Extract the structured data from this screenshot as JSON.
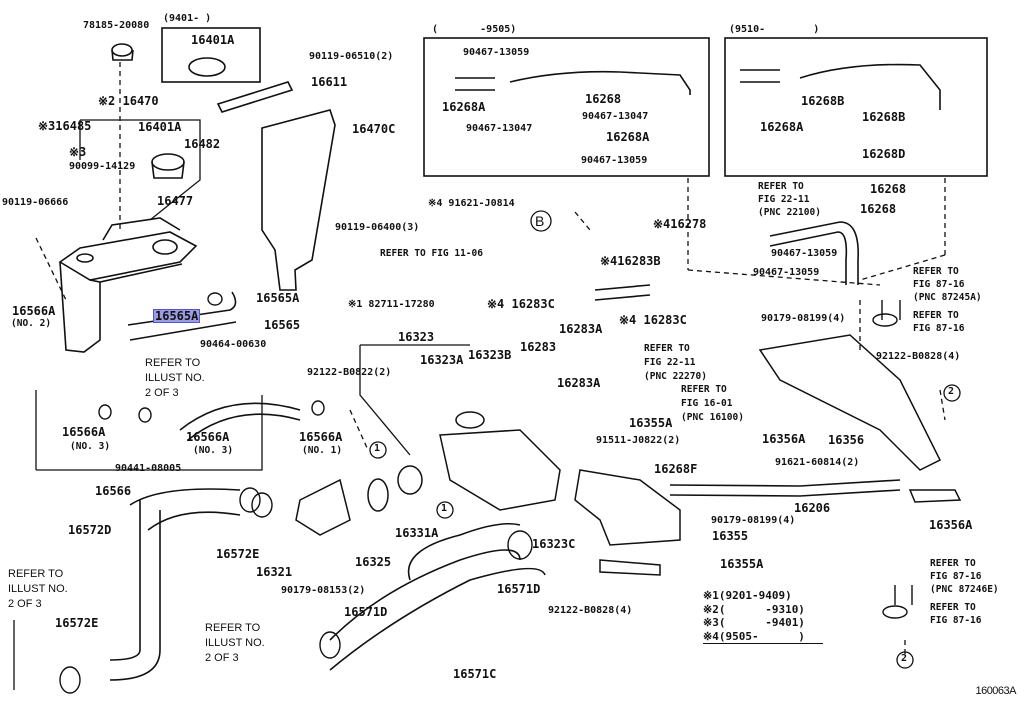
{
  "figure": {
    "code": "160063A",
    "highlighted_part": "16565A"
  },
  "boxes": {
    "tank_cap": {
      "range": "(9401-        )"
    },
    "bypass_early": {
      "range": "(       -9505)"
    },
    "bypass_late": {
      "range": "(9510-        )"
    }
  },
  "labels": {
    "p78185": "78185-20080",
    "p16401A_top": "16401A",
    "p90119_06510": "90119-06510(2)",
    "p16611": "16611",
    "p16470": "※2 16470",
    "p16470C": "16470C",
    "p16485": "※316485",
    "p16401A_mid": "16401A",
    "p16482": "16482",
    "p_note3": "※3",
    "p90099": "90099-14129",
    "p90119_06666": "90119-06666",
    "p16477": "16477",
    "p90119_06400": "90119-06400(3)",
    "p16566A_no2": "16566A",
    "p16566A_no2_sub": "(NO. 2)",
    "p16565A_a": "16565A",
    "p16565A_b": "16565A",
    "p16565": "16565",
    "p90464": "90464-00630",
    "p82711": "※1 82711-17280",
    "p_refer_illust_1": "REFER TO\nILLUST NO.\n2 OF 3",
    "p16566A_no3a": "16566A",
    "p16566A_no3a_sub": "(NO. 3)",
    "p16566A_no3b": "16566A",
    "p16566A_no3b_sub": "(NO. 3)",
    "p16566A_no1": "16566A",
    "p16566A_no1_sub": "(NO. 1)",
    "p90441": "90441-08005",
    "p16566": "16566",
    "p16572D": "16572D",
    "p16572E_a": "16572E",
    "p16321": "16321",
    "p16325": "16325",
    "p16331A": "16331A",
    "p90179_08153": "90179-08153(2)",
    "p_refer_illust_2": "REFER TO\nILLUST NO.\n2 OF 3",
    "p_refer_illust_3": "REFER TO\nILLUST NO.\n2 OF 3",
    "p16572E_b": "16572E",
    "p16571D_a": "16571D",
    "p16571D_b": "16571D",
    "p16571C": "16571C",
    "p16323C": "16323C",
    "p92122_B0828_bot": "92122-B0828(4)",
    "p16323": "16323",
    "p16323A": "16323A",
    "p16323B": "16323B",
    "p92122_B0822": "92122-B0822(2)",
    "p16283": "16283",
    "p16283A_a": "16283A",
    "p16283A_b": "16283A",
    "p16355A_a": "16355A",
    "p91511": "91511-J0822(2)",
    "p_refer_22_11_b": "REFER TO\nFIG 22-11\n(PNC 22270)",
    "p_refer_16_01": "REFER TO\nFIG 16-01\n(PNC 16100)",
    "p16268F": "16268F",
    "p90179_08199_b": "90179-08199(4)",
    "p16355": "16355",
    "p16355A_b": "16355A",
    "p91621_J0814": "※4 91621-J0814",
    "p16278": "※416278",
    "p_refer_11_06": "REFER TO FIG 11-06",
    "p16283B": "※416283B",
    "p16283C_a": "※4 16283C",
    "p16283C_b": "※4 16283C",
    "e90467_13059_a": "90467-13059",
    "e16268A_a": "16268A",
    "e90467_13047_a": "90467-13047",
    "e16268": "16268",
    "e90467_13047_b": "90467-13047",
    "e16268A_b": "16268A",
    "e90467_13059_b": "90467-13059",
    "l16268A": "16268A",
    "l16268B_a": "16268B",
    "l16268B_b": "16268B",
    "l16268D": "16268D",
    "p16268_box": "16268",
    "p_refer_22_11_a": "REFER TO\nFIG 22-11\n(PNC 22100)",
    "p16268_hose": "16268",
    "p90467_13059_c": "90467-13059",
    "p90467_13059_d": "90467-13059",
    "p_refer_87_16_a": "REFER TO\nFIG 87-16\n(PNC 87245A)",
    "p_refer_87_16_b": "REFER TO\nFIG 87-16",
    "p90179_08199_a": "90179-08199(4)",
    "p92122_B0828_top": "92122-B0828(4)",
    "p16356A_a": "16356A",
    "p16356": "16356",
    "p91621_60814": "91621-60814(2)",
    "p16206": "16206",
    "p16356A_b": "16356A",
    "p_refer_87_16_c": "REFER TO\nFIG 87-16\n(PNC 87246E)",
    "p_refer_87_16_d": "REFER TO\nFIG 87-16",
    "circle_1a": "1",
    "circle_1b": "1",
    "circle_2a": "2",
    "circle_2b": "2",
    "circle_B": "B"
  },
  "legend": [
    "※1(9201-9409)",
    "※2(      -9310)",
    "※3(      -9401)",
    "※4(9505-      )"
  ]
}
